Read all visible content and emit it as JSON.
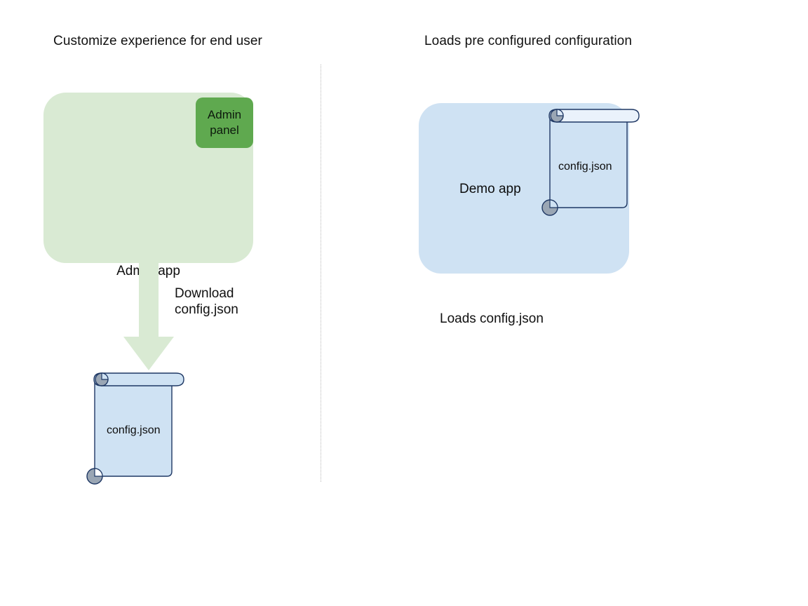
{
  "diagram": {
    "type": "flow-diagram",
    "background_color": "#ffffff",
    "columns": [
      {
        "id": "left",
        "title": "Customize experience for end user"
      },
      {
        "id": "right",
        "title": "Loads pre configured configuration"
      }
    ],
    "divider": {
      "style": "dotted-vertical",
      "color": "#b9b9b9"
    },
    "left_column": {
      "app_box": {
        "label": "Admin app",
        "fill": "#d9ead3"
      },
      "badge": {
        "label": "Admin\npanel",
        "fill": "#5fa94f"
      },
      "arrow": {
        "label": "Download\nconfig.json",
        "fill": "#d9ead3",
        "direction": "down"
      },
      "document": {
        "label": "config.json",
        "fill": "#cfe2f3",
        "stroke": "#1f3864",
        "curl_fill": "#9aa6b4"
      }
    },
    "right_column": {
      "app_box": {
        "label": "Demo app",
        "fill": "#cfe2f3"
      },
      "document": {
        "label": "config.json",
        "fill": "transparent",
        "stroke": "#1f3864",
        "curl_fill": "#9aa6b4"
      },
      "caption": "Loads config.json"
    }
  }
}
